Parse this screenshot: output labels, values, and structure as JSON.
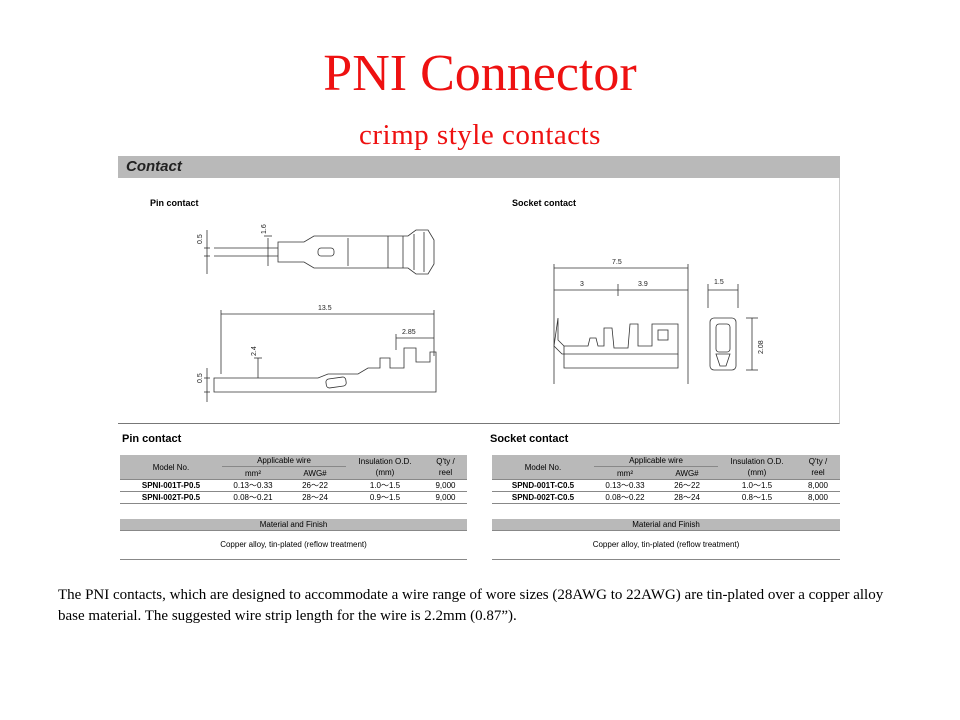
{
  "title": "PNI Connector",
  "subtitle": "crimp style contacts",
  "colors": {
    "title": "#ee1111",
    "header_gray": "#b9b9b9"
  },
  "contact_header": "Contact",
  "drawing": {
    "pin_label": "Pin contact",
    "socket_label": "Socket contact",
    "dims": {
      "pin_small_w": "0.5",
      "pin_small_h": "1.6",
      "pin_length": "13.5",
      "pin_crimp": "2.85",
      "pin_height": "2.4",
      "pin_side_w": "0.5",
      "sock_length": "7.5",
      "sock_a": "3",
      "sock_b": "3.9",
      "sock_w": "1.5",
      "sock_h": "2.08"
    }
  },
  "pin_table": {
    "title": "Pin contact",
    "headers": {
      "model": "Model No.",
      "wire": "Applicable wire",
      "mm2": "mm²",
      "awg": "AWG#",
      "ins": "Insulation O.D.",
      "ins_unit": "(mm)",
      "qty": "Q'ty /",
      "qty2": "reel"
    },
    "rows": [
      {
        "model": "SPNI-001T-P0.5",
        "mm2": "0.13～0.33",
        "awg": "26～22",
        "ins": "1.0～1.5",
        "qty": "9,000"
      },
      {
        "model": "SPNI-002T-P0.5",
        "mm2": "0.08～0.21",
        "awg": "28～24",
        "ins": "0.9～1.5",
        "qty": "9,000"
      }
    ],
    "material_header": "Material and Finish",
    "material": "Copper alloy, tin-plated (reflow treatment)"
  },
  "socket_table": {
    "title": "Socket contact",
    "headers": {
      "model": "Model No.",
      "wire": "Applicable wire",
      "mm2": "mm²",
      "awg": "AWG#",
      "ins": "Insulation O.D.",
      "ins_unit": "(mm)",
      "qty": "Q'ty /",
      "qty2": "reel"
    },
    "rows": [
      {
        "model": "SPND-001T-C0.5",
        "mm2": "0.13～0.33",
        "awg": "26～22",
        "ins": "1.0～1.5",
        "qty": "8,000"
      },
      {
        "model": "SPND-002T-C0.5",
        "mm2": "0.08～0.22",
        "awg": "28～24",
        "ins": "0.8～1.5",
        "qty": "8,000"
      }
    ],
    "material_header": "Material and Finish",
    "material": "Copper alloy, tin-plated (reflow treatment)"
  },
  "description": "The PNI contacts, which are designed to accommodate a wire range of  wore sizes (28AWG to 22AWG) are tin-plated over a copper alloy base material. The suggested wire strip length for the wire is 2.2mm (0.87”)."
}
